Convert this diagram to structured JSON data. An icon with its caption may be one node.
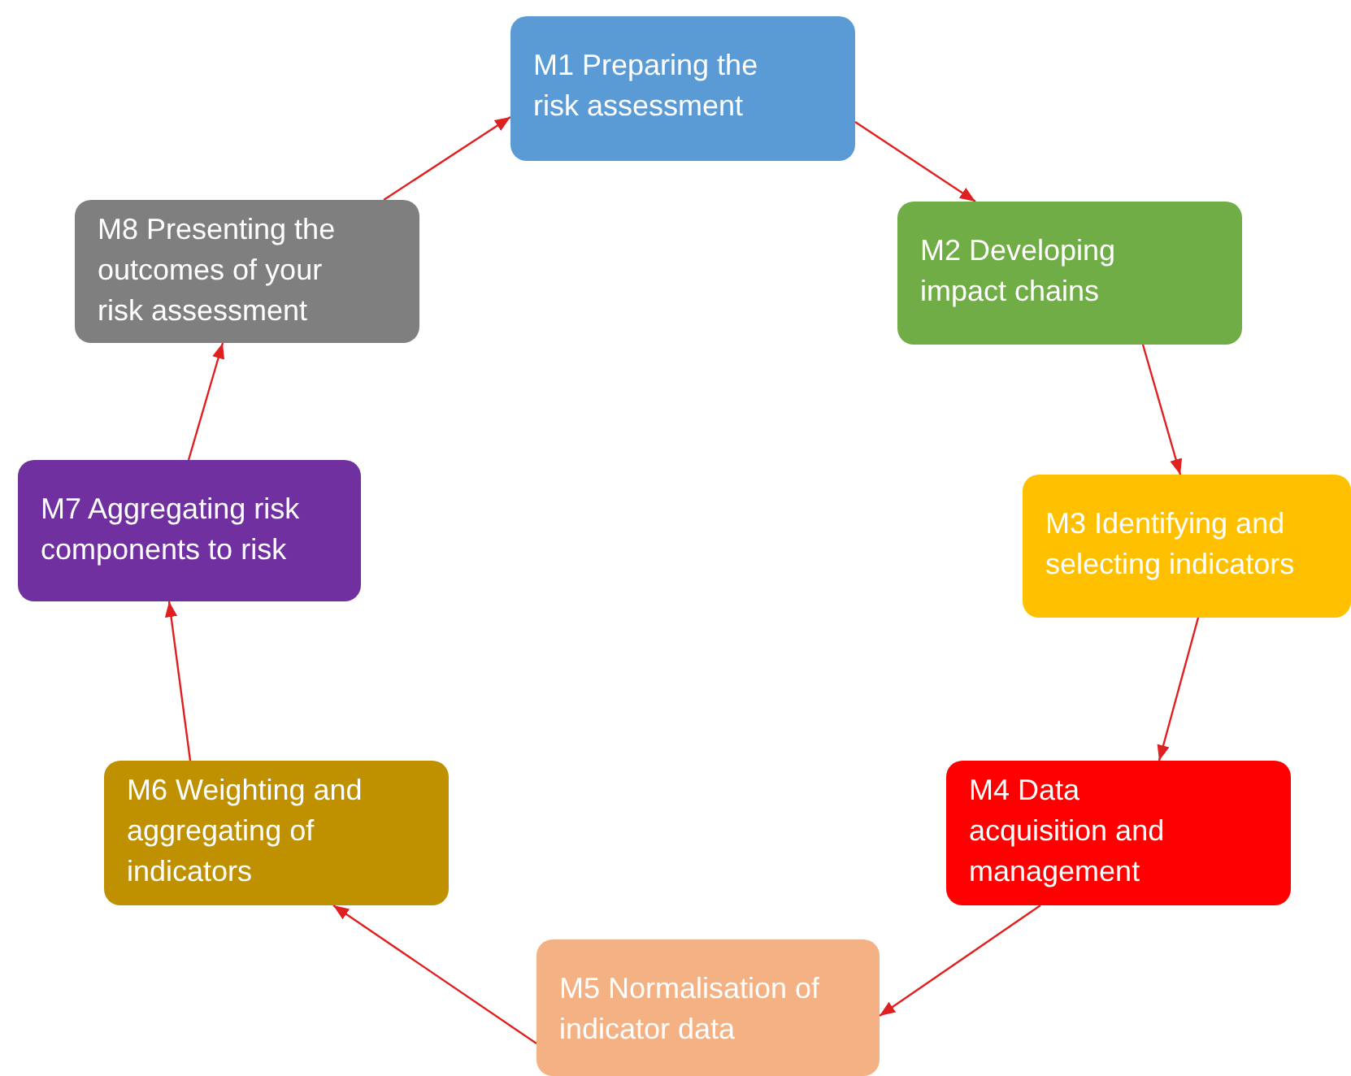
{
  "diagram": {
    "nodes": [
      {
        "text": [
          "M1 Preparing the risk assessment"
        ]
      },
      {
        "text": [
          "M2 Developing impact chains"
        ]
      },
      {
        "text": [
          "M3 Identifying and selecting indicators"
        ]
      },
      {
        "text": [
          "M4 Data acquisition and management"
        ]
      },
      {
        "text": [
          "M5 Normalisation of indicator data"
        ]
      },
      {
        "text": [
          "M6 Weighting and aggregating of indicators"
        ]
      },
      {
        "text": [
          "M7 Aggregating risk components to risk"
        ]
      },
      {
        "text": [
          "M8 Presenting the outcomes of your risk assessment"
        ]
      }
    ],
    "edges": [
      {
        "from": 0,
        "to": 1,
        "arrow": "to"
      },
      {
        "from": 1,
        "to": 2,
        "arrow": "to"
      },
      {
        "from": 2,
        "to": 3,
        "arrow": "to"
      },
      {
        "from": 3,
        "to": 4,
        "arrow": "to"
      },
      {
        "from": 4,
        "to": 5,
        "arrow": "to"
      },
      {
        "from": 5,
        "to": 6,
        "arrow": "to"
      },
      {
        "from": 6,
        "to": 7,
        "arrow": "to"
      },
      {
        "from": 7,
        "to": 0,
        "arrow": "to"
      }
    ]
  }
}
